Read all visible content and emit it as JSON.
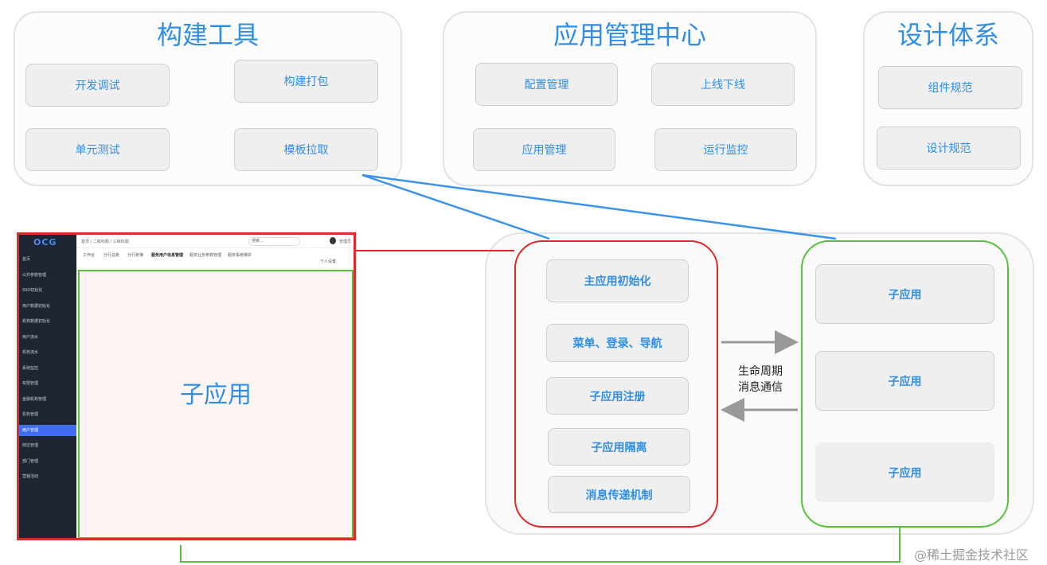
{
  "panels": {
    "build": {
      "title": "构建工具",
      "buttons": [
        "开发调试",
        "构建打包",
        "单元测试",
        "模板拉取"
      ]
    },
    "app_center": {
      "title": "应用管理中心",
      "buttons": [
        "配置管理",
        "上线下线",
        "应用管理",
        "运行监控"
      ]
    },
    "design": {
      "title": "设计体系",
      "buttons": [
        "组件规范",
        "设计规范"
      ]
    }
  },
  "main_app": {
    "items": [
      "主应用初始化",
      "菜单、登录、导航",
      "子应用注册",
      "子应用隔离",
      "消息传递机制"
    ]
  },
  "sub_apps": {
    "items": [
      "子应用",
      "子应用",
      "子应用"
    ]
  },
  "lifecycle_label": [
    "生命周期",
    "消息通信"
  ],
  "screenshot": {
    "logo": "OCG",
    "content_label": "子应用",
    "breadcrumb": "首页 / 二级标题 / 三级标题",
    "search_placeholder": "搜索...",
    "user": "管理员",
    "tabs": [
      "工作台",
      "分行总账",
      "分行账簿",
      "服务用户信息管理",
      "服务业务参数管理",
      "服务系统维护"
    ],
    "side_menu": [
      "首页",
      "公共参数管理",
      "SSO初始化",
      "用户数据初始化",
      "机构数据初始化",
      "用户流水",
      "机构流水",
      "系统监控",
      "权限管理",
      "金融机构管理",
      "机构管理",
      "用户管理",
      "岗位管理",
      "部门管理",
      "营销活动"
    ],
    "active_menu_index": 11,
    "personal_settings": "个人设置"
  },
  "watermark": "@稀土掘金技术社区",
  "colors": {
    "accent_blue": "#2f8ee6",
    "red": "#e02a2a",
    "green": "#57c13a",
    "line_blue": "#3d92ea",
    "arrow_gray": "#999999"
  }
}
